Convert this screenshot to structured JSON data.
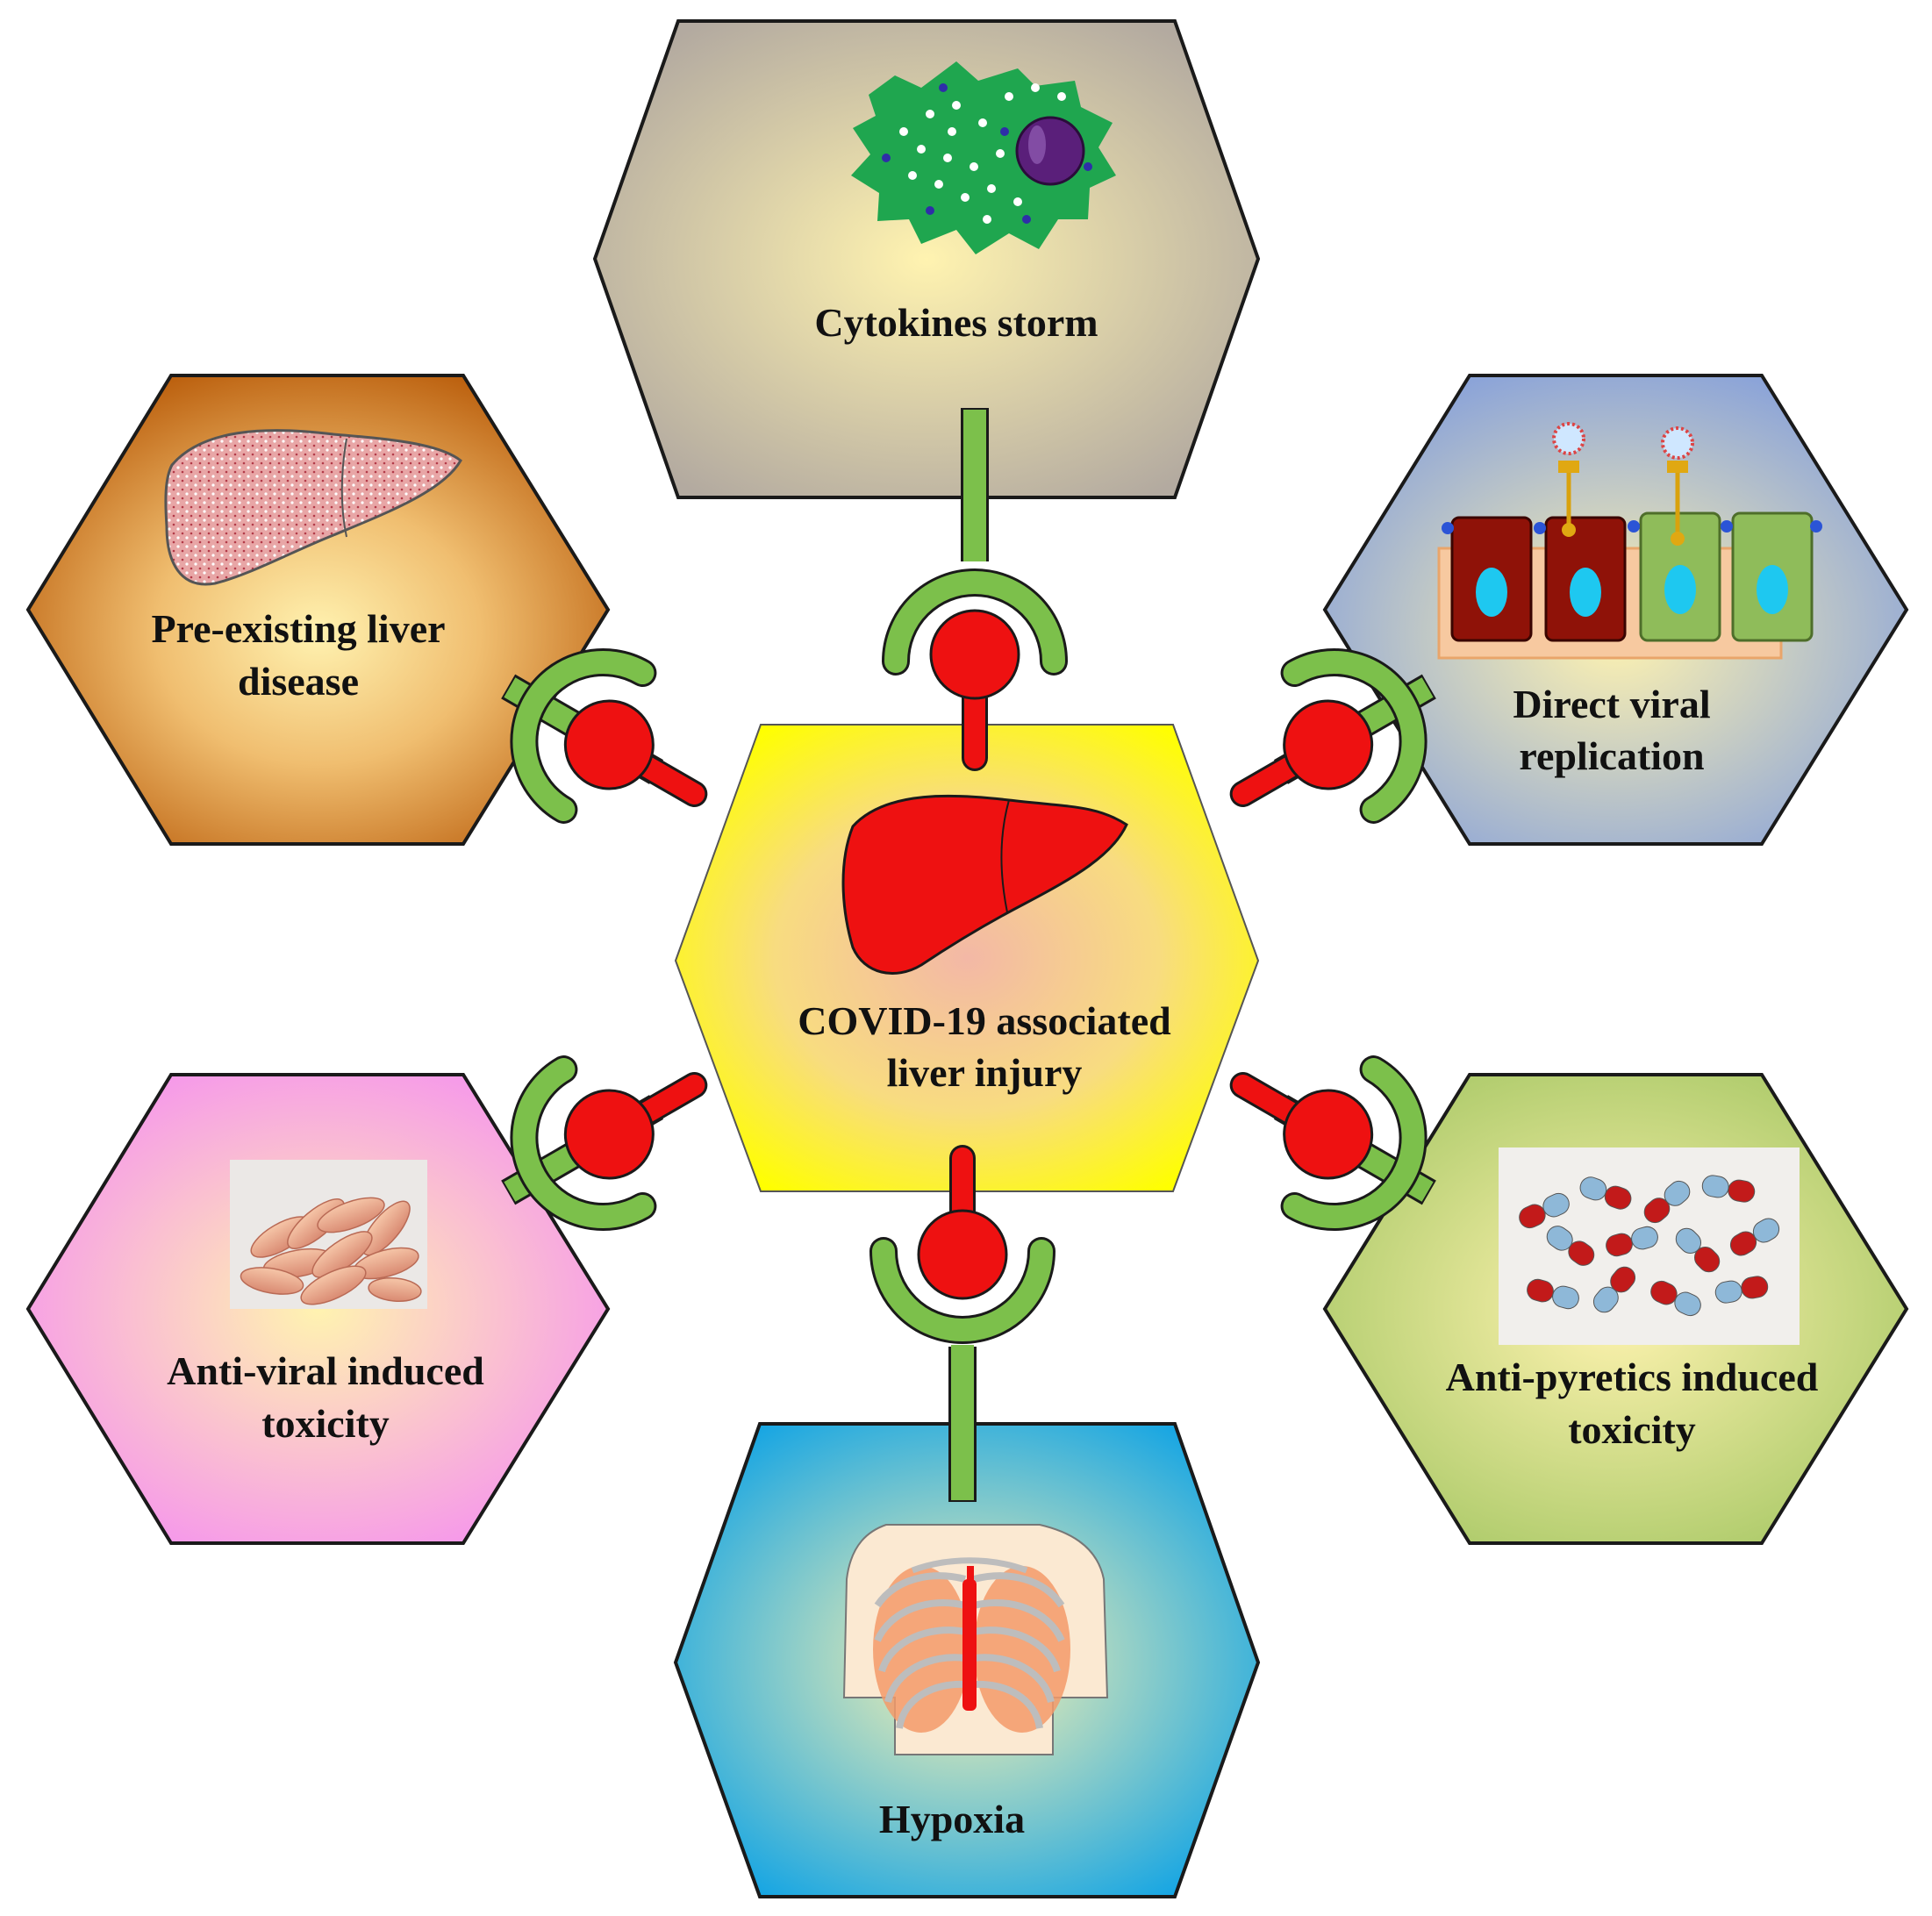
{
  "center": {
    "line1": "COVID-19 associated",
    "line2": "liver injury",
    "icon": "liver-icon"
  },
  "factors": {
    "cytokines": {
      "line1": "Cytokines storm",
      "icon": "cytokine-cell-icon"
    },
    "preexisting": {
      "line1": "Pre-existing liver",
      "line2": "disease",
      "icon": "diseased-liver-icon"
    },
    "viral": {
      "line1": "Direct viral",
      "line2": "replication",
      "icon": "virus-receptor-cells-icon"
    },
    "antiviral": {
      "line1": "Anti-viral induced",
      "line2": "toxicity",
      "icon": "tablets-icon"
    },
    "antipyretic": {
      "line1": "Anti-pyretics induced",
      "line2": "toxicity",
      "icon": "capsules-icon"
    },
    "hypoxia": {
      "line1": "Hypoxia",
      "icon": "ribcage-lungs-icon"
    }
  },
  "colors": {
    "connector_green": "#7cc04b",
    "ligand_red": "#ee1111",
    "center_yellow": "#ffff00",
    "cytokines_bg": "#bdb4a6",
    "preexisting_bg": "#c0620e",
    "viral_bg": "#8fa6d9",
    "antiviral_bg": "#f58ff0",
    "antipyretic_bg": "#b5d07a",
    "hypoxia_bg": "#1fa8e3"
  }
}
